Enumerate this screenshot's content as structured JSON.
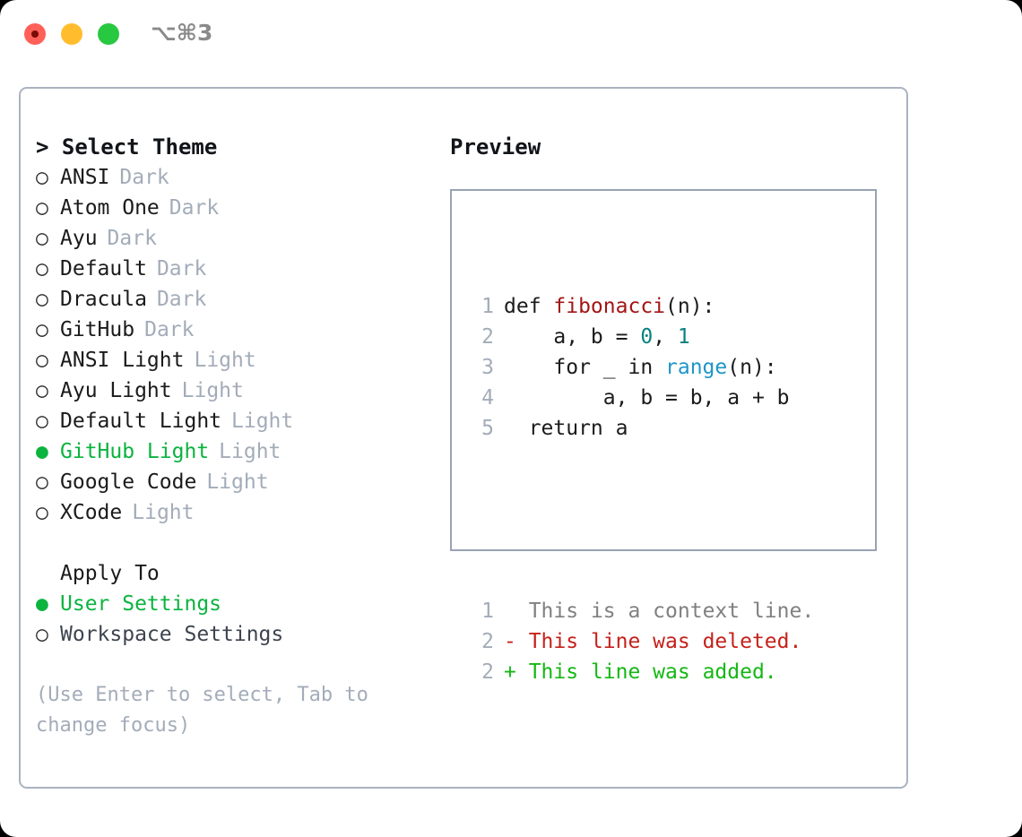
{
  "window": {
    "shortcut": "⌥⌘3",
    "traffic_lights": [
      "close-red",
      "minimize-yellow",
      "maximize-green"
    ]
  },
  "theme_panel": {
    "title": "> Select Theme",
    "items": [
      {
        "marker": "○",
        "label": "ANSI",
        "tag": "Dark",
        "selected": false
      },
      {
        "marker": "○",
        "label": "Atom One",
        "tag": "Dark",
        "selected": false
      },
      {
        "marker": "○",
        "label": "Ayu",
        "tag": "Dark",
        "selected": false
      },
      {
        "marker": "○",
        "label": "Default",
        "tag": "Dark",
        "selected": false
      },
      {
        "marker": "○",
        "label": "Dracula",
        "tag": "Dark",
        "selected": false
      },
      {
        "marker": "○",
        "label": "GitHub",
        "tag": "Dark",
        "selected": false
      },
      {
        "marker": "○",
        "label": "ANSI Light",
        "tag": "Light",
        "selected": false
      },
      {
        "marker": "○",
        "label": "Ayu Light",
        "tag": "Light",
        "selected": false
      },
      {
        "marker": "○",
        "label": "Default Light",
        "tag": "Light",
        "selected": false
      },
      {
        "marker": "●",
        "label": "GitHub Light",
        "tag": "Light",
        "selected": true
      },
      {
        "marker": "○",
        "label": "Google Code",
        "tag": "Light",
        "selected": false
      },
      {
        "marker": "○",
        "label": "XCode",
        "tag": "Light",
        "selected": false
      }
    ]
  },
  "apply_to": {
    "title": "Apply To",
    "items": [
      {
        "marker": "●",
        "label": "User Settings",
        "selected": true
      },
      {
        "marker": "○",
        "label": "Workspace Settings",
        "selected": false
      }
    ]
  },
  "hint": "(Use Enter to select, Tab to change focus)",
  "preview": {
    "title": "Preview",
    "code_lines": [
      {
        "no": "1",
        "tokens": [
          {
            "t": "def ",
            "c": "plain"
          },
          {
            "t": "fibonacci",
            "c": "fn"
          },
          {
            "t": "(n):",
            "c": "plain"
          }
        ]
      },
      {
        "no": "2",
        "tokens": [
          {
            "t": "    a, b = ",
            "c": "plain"
          },
          {
            "t": "0",
            "c": "num"
          },
          {
            "t": ", ",
            "c": "plain"
          },
          {
            "t": "1",
            "c": "num"
          }
        ]
      },
      {
        "no": "3",
        "tokens": [
          {
            "t": "    for _ in ",
            "c": "plain"
          },
          {
            "t": "range",
            "c": "kw"
          },
          {
            "t": "(n):",
            "c": "plain"
          }
        ]
      },
      {
        "no": "4",
        "tokens": [
          {
            "t": "        a, b = b, a + b",
            "c": "plain"
          }
        ]
      },
      {
        "no": "5",
        "tokens": [
          {
            "t": "  return a",
            "c": "plain"
          }
        ]
      }
    ],
    "diff_lines": [
      {
        "no": "1",
        "prefix": "  ",
        "text": "This is a context line.",
        "kind": "ctx"
      },
      {
        "no": "2",
        "prefix": "- ",
        "text": "This line was deleted.",
        "kind": "del"
      },
      {
        "no": "2",
        "prefix": "+ ",
        "text": "This line was added.",
        "kind": "add"
      }
    ]
  },
  "colors": {
    "accent_green": "#0bb33f",
    "muted_gray": "#a3acb9",
    "border": "#aab3c0",
    "fn_red": "#a31515",
    "num_teal": "#0a8080",
    "kw_blue": "#1e96c8",
    "diff_del": "#c5211b",
    "diff_add": "#14b814"
  }
}
